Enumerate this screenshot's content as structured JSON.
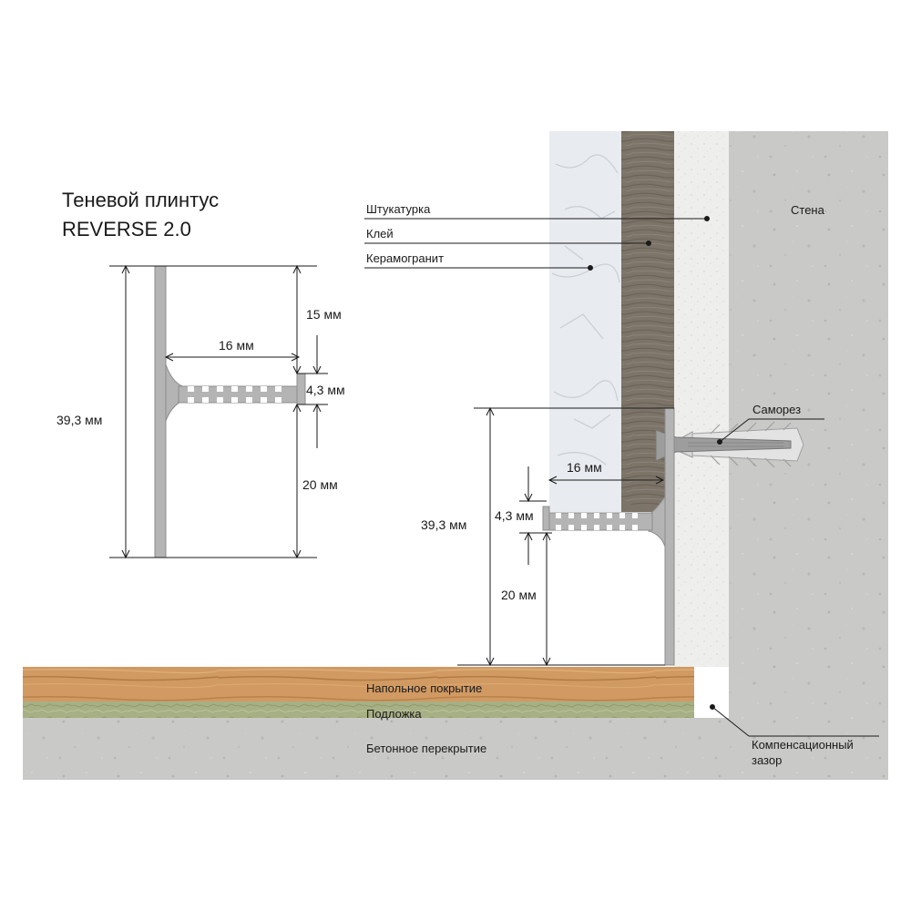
{
  "title": {
    "line1": "Теневой плинтус",
    "line2": "REVERSE 2.0"
  },
  "left_profile": {
    "total_height": "39,3 мм",
    "depth": "16 мм",
    "top_section": "15 мм",
    "shelf_thickness": "4,3 мм",
    "bottom_section": "20 мм"
  },
  "layers": {
    "plaster": "Штукатурка",
    "glue": "Клей",
    "porcelain": "Керамогранит",
    "wall": "Стена",
    "screw": "Саморез",
    "flooring": "Напольное покрытие",
    "underlay": "Подложка",
    "concrete_slab": "Бетонное перекрытие",
    "gap_line1": "Компенсационный",
    "gap_line2": "зазор"
  },
  "installed_profile": {
    "depth": "16 мм",
    "shelf_thickness": "4,3 мм",
    "total_height": "39,3 мм",
    "bottom_section": "20 мм"
  },
  "colors": {
    "concrete": "#c9c9c7",
    "plaster": "#eeeeec",
    "glue": "#7d7469",
    "porcelain": "#e8ebef",
    "wood": "#d09a62",
    "underlay": "#a7b084",
    "profile": "#b4b4b4"
  }
}
